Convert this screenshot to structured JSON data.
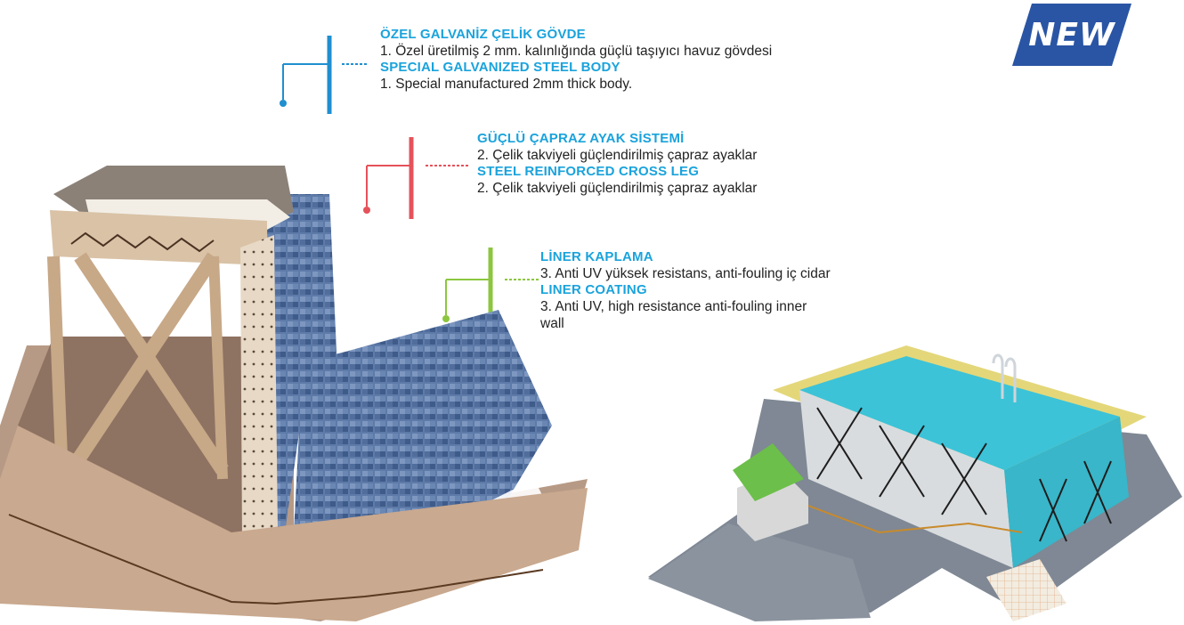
{
  "badge": {
    "label": "NEW",
    "color": "#2a55a4"
  },
  "features": [
    {
      "title_tr": "ÖZEL GALVANİZ ÇELİK GÖVDE",
      "text_tr": "1.  Özel üretilmiş 2 mm. kalınlığında güçlü taşıyıcı havuz gövdesi",
      "title_en": "SPECIAL GALVANIZED STEEL BODY",
      "text_en": "1. Special manufactured 2mm thick body.",
      "marker_color": "#1f8fd0",
      "marker_icon": "connector-icon"
    },
    {
      "title_tr": "GÜÇLÜ ÇAPRAZ AYAK SİSTEMİ",
      "text_tr": "2. Çelik takviyeli güçlendirilmiş çapraz ayaklar",
      "title_en": "STEEL REINFORCED CROSS LEG",
      "text_en": "2. Çelik takviyeli güçlendirilmiş çapraz ayaklar",
      "marker_color": "#e5525a",
      "marker_icon": "connector-icon"
    },
    {
      "title_tr": "LİNER KAPLAMA",
      "text_tr": "3. Anti UV yüksek resistans, anti-fouling iç cidar",
      "title_en": "LINER COATING",
      "text_en_line1": "3. Anti UV, high resistance anti-fouling inner",
      "text_en_line2": "wall",
      "marker_color": "#8cc63f",
      "marker_icon": "connector-icon"
    }
  ],
  "illustrations": {
    "cutaway": "pool-wall-cutaway-illustration",
    "pool": "pool-overview-illustration"
  },
  "colors": {
    "title_blue": "#1aa3dc",
    "tile_blue": "#4d6a9c",
    "water": "#3cc3d8",
    "coping": "#e4d77a"
  }
}
